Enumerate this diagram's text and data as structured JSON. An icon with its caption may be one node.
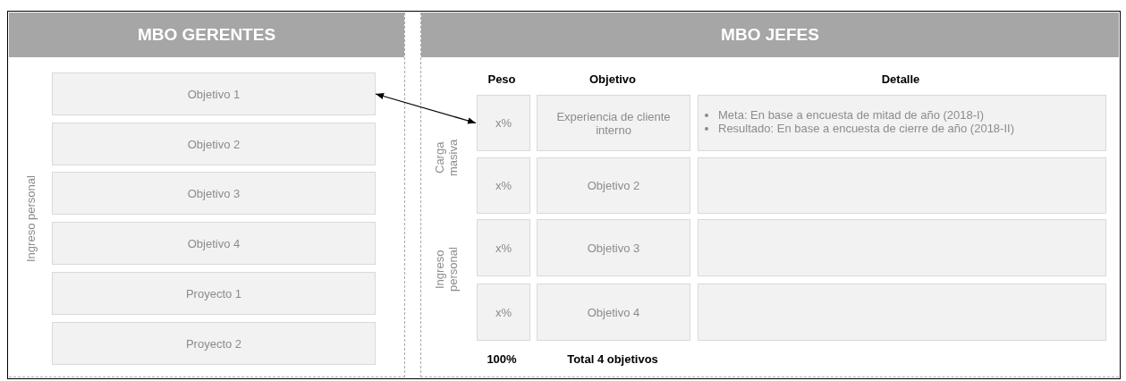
{
  "diagram": {
    "nodes": [
      {
        "text": [
          "MBO GERENTES"
        ]
      },
      {
        "text": [
          "Objetivo 1"
        ],
        "in": 0
      },
      {
        "text": [
          "Objetivo 2"
        ],
        "in": 0
      },
      {
        "text": [
          "Objetivo 3"
        ],
        "in": 0
      },
      {
        "text": [
          "Objetivo 4"
        ],
        "in": 0
      },
      {
        "text": [
          "Proyecto 1"
        ],
        "in": 0
      },
      {
        "text": [
          "Proyecto 2"
        ],
        "in": 0
      },
      {
        "text": [
          "MBO JEFES"
        ]
      },
      {
        "text": [
          "x%"
        ],
        "in": 7
      },
      {
        "text": [
          "Experiencia de cliente interno"
        ],
        "in": 7
      },
      {
        "text": [
          "Meta: En base a encuesta de mitad de año (2018-I)",
          "Resultado: En base a encuesta de cierre de año (2018-II)"
        ],
        "in": 7
      },
      {
        "text": [
          "x%"
        ],
        "in": 7
      },
      {
        "text": [
          "Objetivo 2"
        ],
        "in": 7
      },
      {
        "text": [],
        "shape": "box",
        "in": 7
      },
      {
        "text": [
          "x%"
        ],
        "in": 7
      },
      {
        "text": [
          "Objetivo 3"
        ],
        "in": 7
      },
      {
        "text": [],
        "shape": "box",
        "in": 7
      },
      {
        "text": [
          "x%"
        ],
        "in": 7
      },
      {
        "text": [
          "Objetivo 4"
        ],
        "in": 7
      },
      {
        "text": [],
        "shape": "box",
        "in": 7
      }
    ],
    "edges": [
      {
        "from": 8,
        "to": 1,
        "arrow": "both"
      }
    ],
    "labels": [
      "Ingreso personal",
      "Peso",
      "Objetivo",
      "Detalle",
      "Carga masiva",
      "Ingreso personal",
      "100%",
      "Total 4 objetivos"
    ]
  }
}
